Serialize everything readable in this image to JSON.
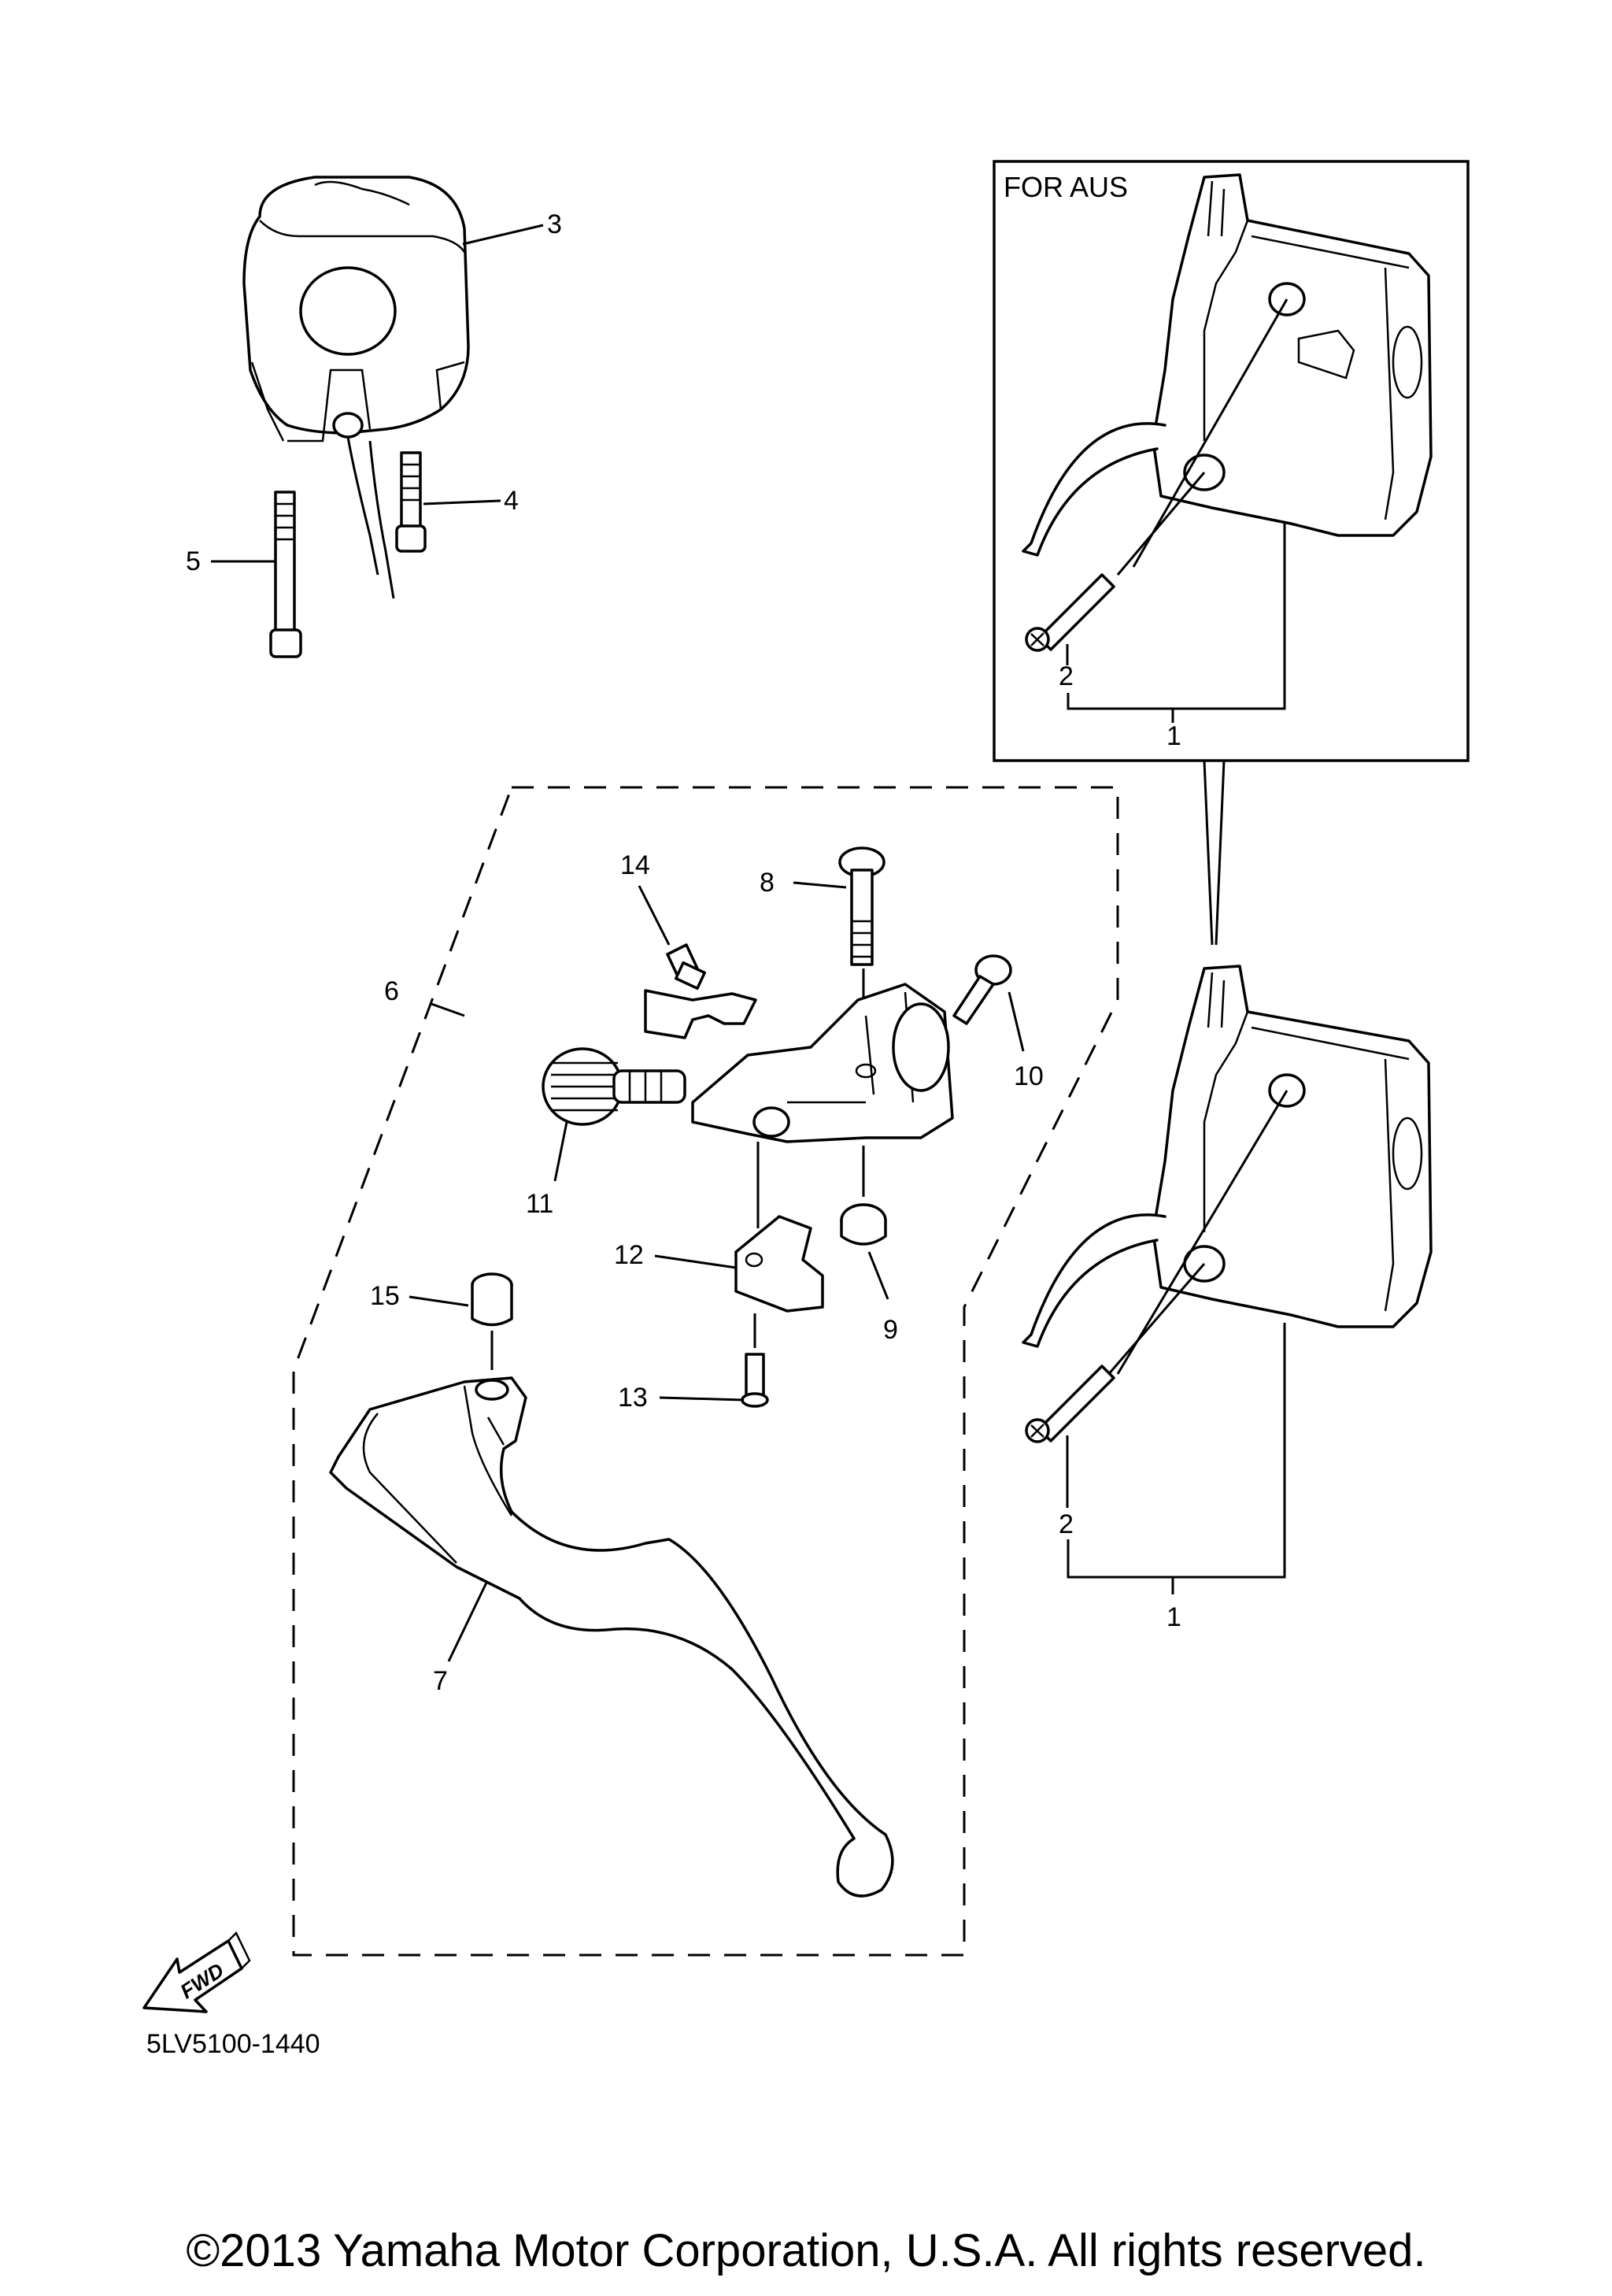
{
  "inset_label": "FOR AUS",
  "diagram_code": "5LV5100-1440",
  "fwd_label": "FWD",
  "copyright": "©2013 Yamaha Motor Corporation, U.S.A. All rights reserved.",
  "callouts": {
    "c1a": "1",
    "c2a": "2",
    "c1b": "1",
    "c2b": "2",
    "c3": "3",
    "c4": "4",
    "c5": "5",
    "c6": "6",
    "c7": "7",
    "c8": "8",
    "c9": "9",
    "c10": "10",
    "c11": "11",
    "c12": "12",
    "c13": "13",
    "c14": "14",
    "c15": "15"
  }
}
